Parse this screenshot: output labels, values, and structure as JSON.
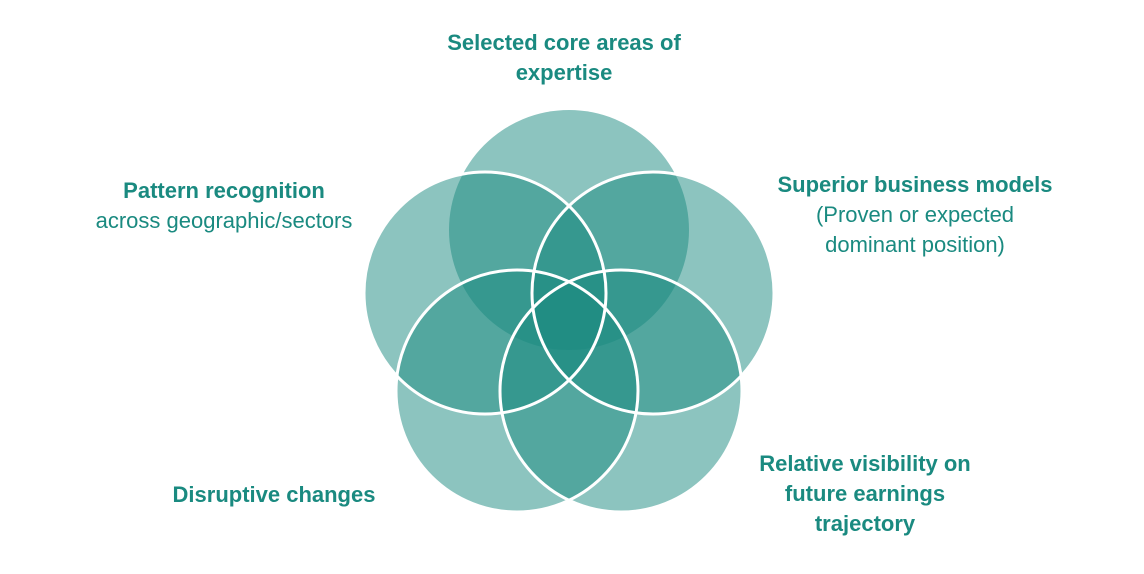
{
  "colors": {
    "circle_fill": "#1a8a80",
    "circle_opacity": 0.5,
    "outline": "#ffffff",
    "label_text": "#1a8a80"
  },
  "circles": [
    {
      "id": "selected-core-areas",
      "label": "Selected core areas of expertise",
      "outlined": false
    },
    {
      "id": "pattern-recognition",
      "label": "Pattern recognition",
      "sublabel": "across geographic/sectors",
      "outlined": true
    },
    {
      "id": "superior-business-models",
      "label": "Superior business models",
      "sublabel": "(Proven or expected dominant position)",
      "outlined": true
    },
    {
      "id": "disruptive-changes",
      "label": "Disruptive changes",
      "outlined": true
    },
    {
      "id": "relative-visibility",
      "label": "Relative visibility on future earnings trajectory",
      "outlined": true
    }
  ],
  "labels": {
    "top": {
      "line1": "Selected core areas of",
      "line2": "expertise"
    },
    "left": {
      "title": "Pattern recognition",
      "sub": "across geographic/sectors"
    },
    "right": {
      "title": "Superior business models",
      "sub1": "(Proven or expected",
      "sub2": "dominant position)"
    },
    "bottom_left": {
      "title": "Disruptive changes"
    },
    "bottom_right": {
      "line1": "Relative visibility on",
      "line2": "future earnings",
      "line3": "trajectory"
    }
  }
}
